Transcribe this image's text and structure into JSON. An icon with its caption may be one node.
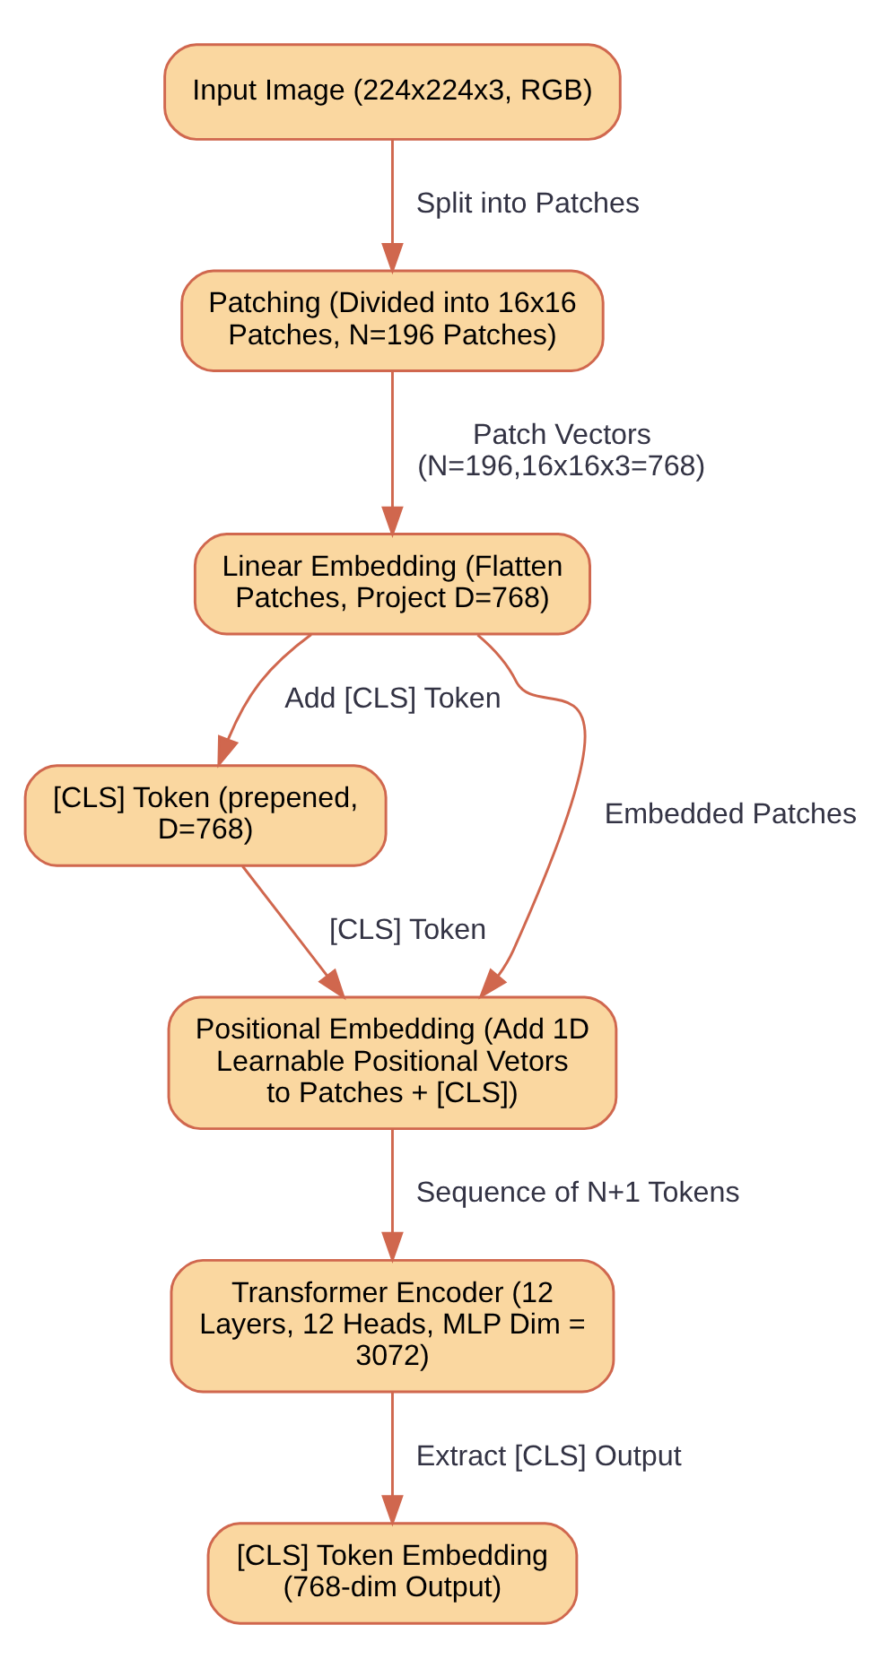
{
  "diagram": {
    "nodes": [
      {
        "text": [
          "Input Image (224x224x3, RGB)"
        ]
      },
      {
        "text": [
          "Patching (Divided into 16x16 Patches, N=196 Patches)"
        ]
      },
      {
        "text": [
          "Linear Embedding (Flatten Patches, Project D=768)"
        ]
      },
      {
        "text": [
          "[CLS] Token (prepened, D=768)"
        ]
      },
      {
        "text": [
          "Positional Embedding (Add 1D Learnable Positional Vetors to Patches + [CLS])"
        ]
      },
      {
        "text": [
          "Transformer Encoder (12 Layers, 12 Heads, MLP Dim = 3072)"
        ]
      },
      {
        "text": [
          "[CLS] Token Embedding (768-dim Output)"
        ]
      }
    ],
    "edges": [
      {
        "from": 0,
        "to": 1,
        "arrow": "to",
        "label": "Split into Patches"
      },
      {
        "from": 1,
        "to": 2,
        "arrow": "to",
        "label": "Patch Vectors (N=196,16x16x3=768)"
      },
      {
        "from": 2,
        "to": 3,
        "arrow": "to",
        "label": "Add [CLS] Token"
      },
      {
        "from": 2,
        "to": 4,
        "arrow": "to",
        "label": "Embedded Patches"
      },
      {
        "from": 3,
        "to": 4,
        "arrow": "to",
        "label": "[CLS] Token"
      },
      {
        "from": 4,
        "to": 5,
        "arrow": "to",
        "label": "Sequence of N+1 Tokens"
      },
      {
        "from": 5,
        "to": 6,
        "arrow": "to",
        "label": "Extract [CLS] Output"
      }
    ]
  }
}
